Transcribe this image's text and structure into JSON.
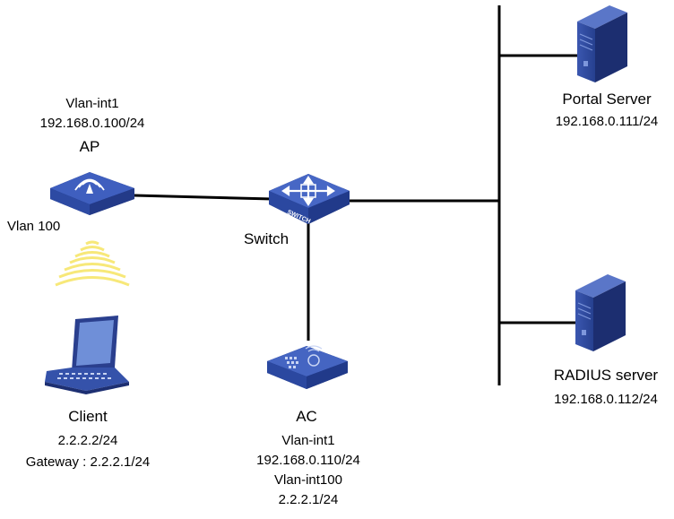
{
  "colors": {
    "line": "#000000",
    "device_blue": "#2f4aa0",
    "device_blue_light": "#5a78c8",
    "device_blue_dark": "#1b2d6e",
    "wifi_yellow": "#f5e77a"
  },
  "ap": {
    "icon": "wireless-ap-icon",
    "interface": "Vlan-int1",
    "ip": "192.168.0.100/24",
    "name": "AP",
    "vlan": "Vlan 100"
  },
  "wireless": {
    "icon": "wifi-signal-icon"
  },
  "switch": {
    "icon": "switch-icon",
    "name": "Switch",
    "badge": "SWITCH"
  },
  "client": {
    "icon": "laptop-icon",
    "name": "Client",
    "ip": "2.2.2.2/24",
    "gateway": "Gateway : 2.2.2.1/24"
  },
  "ac": {
    "icon": "access-controller-icon",
    "name": "AC",
    "interface1": "Vlan-int1",
    "ip1": "192.168.0.110/24",
    "interface2": "Vlan-int100",
    "ip2": "2.2.2.1/24"
  },
  "portal_server": {
    "icon": "server-icon",
    "name": "Portal Server",
    "ip": "192.168.0.111/24"
  },
  "radius_server": {
    "icon": "server-icon",
    "name": "RADIUS server",
    "ip": "192.168.0.112/24"
  }
}
